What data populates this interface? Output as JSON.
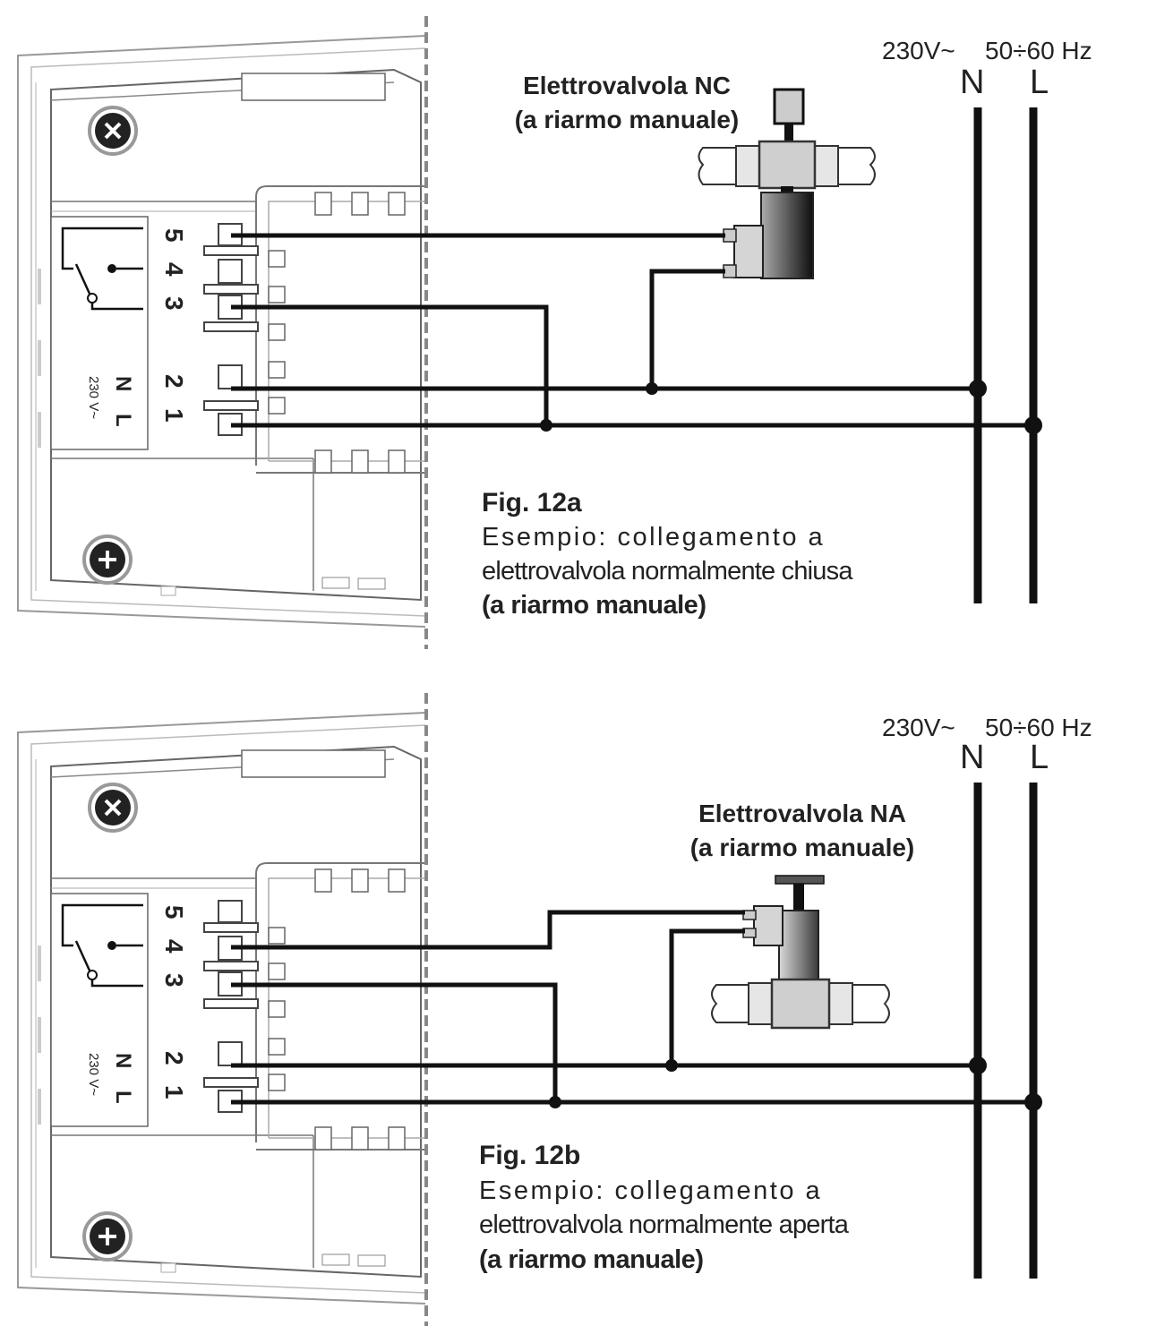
{
  "figures": [
    {
      "id": "12a",
      "supply": {
        "voltage": "230V~",
        "frequency": "50÷60 Hz",
        "n": "N",
        "l": "L"
      },
      "valve": {
        "line1": "Elettrovalvola NC",
        "line2": "(a riarmo manuale)"
      },
      "terminals": {
        "t5": "5",
        "t4": "4",
        "t3": "3",
        "t2": "2",
        "t1": "1",
        "n": "N",
        "l": "L",
        "voltage": "230 V~"
      },
      "caption": {
        "title": "Fig. 12a",
        "line1": "Esempio: collegamento a",
        "line2": "elettrovalvola normalmente chiusa",
        "line3": "(a riarmo manuale)"
      }
    },
    {
      "id": "12b",
      "supply": {
        "voltage": "230V~",
        "frequency": "50÷60 Hz",
        "n": "N",
        "l": "L"
      },
      "valve": {
        "line1": "Elettrovalvola NA",
        "line2": "(a riarmo manuale)"
      },
      "terminals": {
        "t5": "5",
        "t4": "4",
        "t3": "3",
        "t2": "2",
        "t1": "1",
        "n": "N",
        "l": "L",
        "voltage": "230 V~"
      },
      "caption": {
        "title": "Fig. 12b",
        "line1": "Esempio: collegamento a",
        "line2": "elettrovalvola normalmente aperta",
        "line3": "(a riarmo manuale)"
      }
    }
  ]
}
